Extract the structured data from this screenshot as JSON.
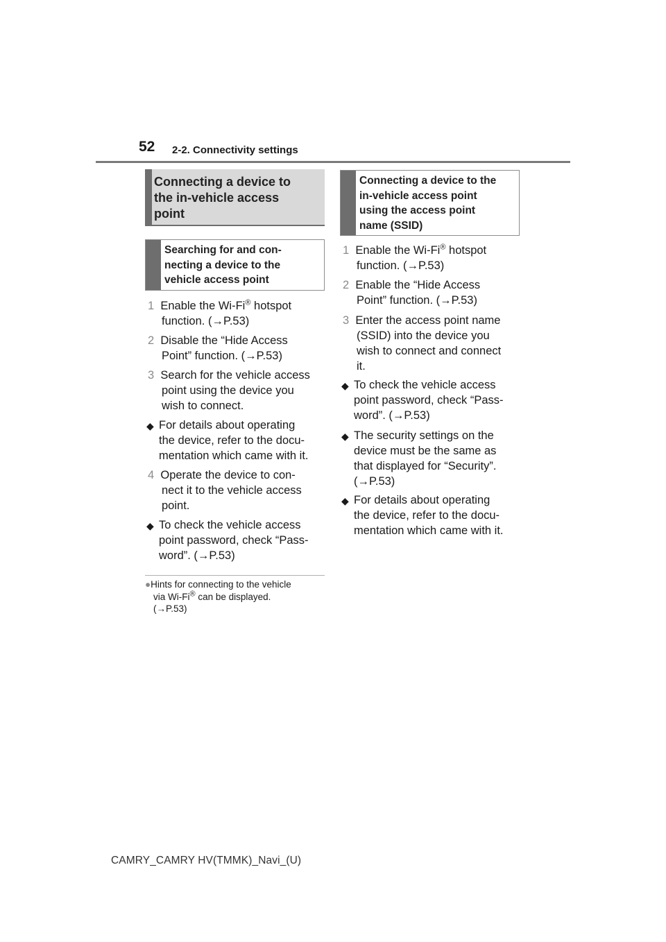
{
  "header": {
    "page_number": "52",
    "section": "2-2. Connectivity settings"
  },
  "left_column": {
    "main_heading": [
      "Connecting a device to",
      "the in-vehicle access",
      "point"
    ],
    "sub_heading": [
      "Searching for and con-",
      "necting a device to the",
      "vehicle access point"
    ],
    "steps": [
      {
        "num": "1",
        "lines": [
          "Enable the Wi-Fi",
          "function. (→P.53)"
        ],
        "sup": "®",
        "sup_after": " hotspot"
      },
      {
        "num": "2",
        "lines": [
          "Disable the “Hide Access",
          "Point” function. (→P.53)"
        ]
      },
      {
        "num": "3",
        "lines": [
          "Search for the vehicle access",
          "point using the device you",
          "wish to connect."
        ]
      }
    ],
    "bullet_1": [
      "For details about operating",
      "the device, refer to the docu-",
      "mentation which came with it."
    ],
    "step_4": {
      "num": "4",
      "lines": [
        "Operate the device to con-",
        "nect it to the vehicle access",
        "point."
      ]
    },
    "bullet_2": [
      "To check the vehicle access",
      "point password, check “Pass-",
      "word”. (→P.53)"
    ],
    "note": {
      "marker": "●",
      "lines": [
        "Hints for connecting to the vehicle",
        "via Wi-Fi",
        " can be displayed.",
        "(→P.53)"
      ],
      "sup": "®"
    }
  },
  "right_column": {
    "sub_heading": [
      "Connecting a device to the",
      "in-vehicle access point",
      "using the access point",
      "name (SSID)"
    ],
    "steps": [
      {
        "num": "1",
        "lines": [
          "Enable the Wi-Fi",
          "function. (→P.53)"
        ],
        "sup": "®",
        "sup_after": " hotspot"
      },
      {
        "num": "2",
        "lines": [
          "Enable the “Hide Access",
          "Point” function. (→P.53)"
        ]
      },
      {
        "num": "3",
        "lines": [
          "Enter the access point name",
          "(SSID) into the device you",
          "wish to connect and connect",
          "it."
        ]
      }
    ],
    "bullets": [
      [
        "To check the vehicle access",
        "point password, check “Pass-",
        "word”. (→P.53)"
      ],
      [
        "The security settings on the",
        "device must be the same as",
        "that displayed for “Security”.",
        "(→P.53)"
      ],
      [
        "For details about operating",
        "the device, refer to the docu-",
        "mentation which came with it."
      ]
    ]
  },
  "bullet_glyph": "◆",
  "footer": "CAMRY_CAMRY HV(TMMK)_Navi_(U)"
}
